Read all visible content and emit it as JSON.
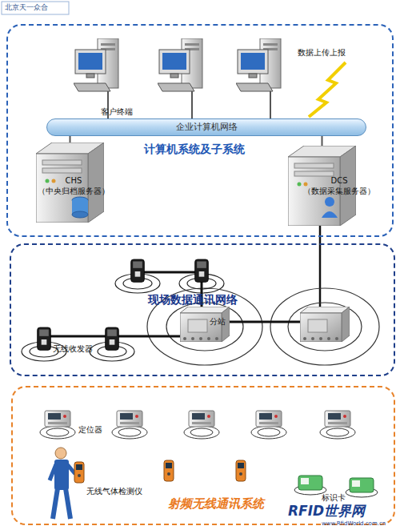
{
  "diagram": {
    "nodes": [
      {
        "text": [
          "计算机系统及子系统"
        ]
      },
      {
        "text": [
          "企业计算机网络"
        ],
        "in": 0
      },
      {
        "text": [
          "CHS （中央归档服务器）"
        ],
        "in": 0
      },
      {
        "text": [
          "DCS （数据采集服务器）"
        ],
        "in": 0
      },
      {
        "text": [
          "现场数据通讯网络"
        ]
      },
      {
        "text": [
          "分站"
        ],
        "in": 4
      },
      {
        "text": [
          "射频无线通讯系统"
        ]
      }
    ],
    "edges": [
      {
        "from": 2,
        "to": 1,
        "arrow": "none"
      },
      {
        "from": 3,
        "to": 1,
        "arrow": "none"
      }
    ],
    "labels": [
      "北京天一众合",
      "客户终端",
      "数据上传上报",
      "无线收发器",
      "定位器",
      "无线气体检测仪",
      "标识卡",
      "RFID世界网",
      "www.RfidWorld.com.cn"
    ]
  }
}
